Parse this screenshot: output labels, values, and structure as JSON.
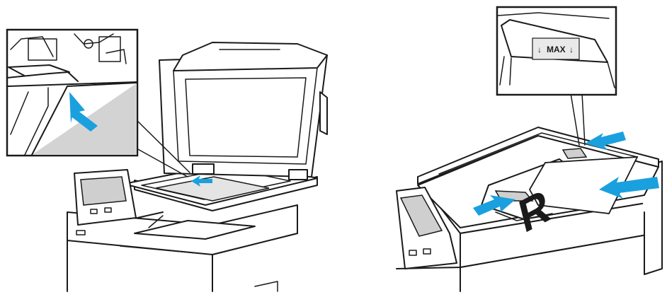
{
  "figure": {
    "left_panel": {
      "inset_shape": "document-corner-alignment-zoom",
      "arrow_color": "#1aa0de"
    },
    "right_panel": {
      "inset_label": "MAX",
      "inset_label_arrow_glyph": "↓",
      "document_letter": "R",
      "arrow_color": "#1aa0de"
    }
  }
}
